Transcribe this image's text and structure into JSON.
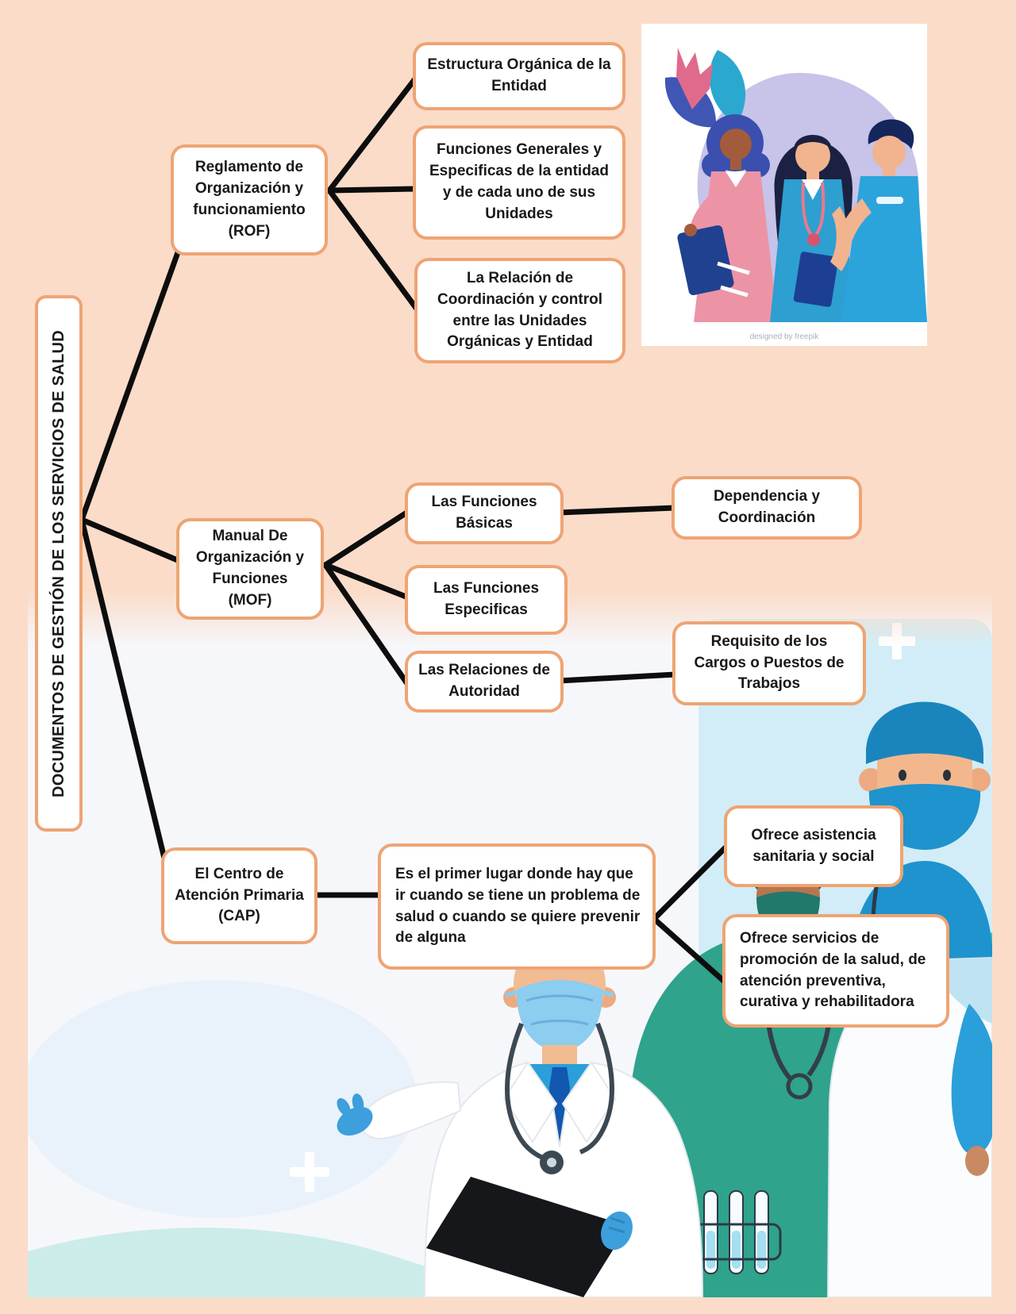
{
  "page": {
    "root_label": "DOCUMENTOS DE GESTIÓN DE LOS SERVICIOS DE SALUD"
  },
  "colors": {
    "background_peach": "#fbdcc9",
    "box_border": "#eea474",
    "box_fill": "#ffffff",
    "connector": "#0d0d0d",
    "text_color": "#191919",
    "teal_accent": "#44c3bf",
    "light_blue_panel": "#d2edf7"
  },
  "nodes": {
    "rof": {
      "label": "Reglamento de Organización y funcionamiento (ROF)",
      "children": [
        "Estructura Orgánica de la Entidad",
        "Funciones Generales y Especificas de la entidad y de cada uno de sus Unidades",
        "La Relación de Coordinación y control entre las Unidades Orgánicas y Entidad"
      ]
    },
    "mof": {
      "label": "Manual De Organización y Funciones (MOF)",
      "children": [
        {
          "label": "Las Funciones Básicas",
          "child": "Dependencia y Coordinación"
        },
        {
          "label": "Las Funciones Especificas"
        },
        {
          "label": "Las Relaciones de Autoridad",
          "child": "Requisito de los Cargos o Puestos de Trabajos"
        }
      ]
    },
    "cap": {
      "label": "El Centro de Atención Primaria (CAP)",
      "description": "Es el primer lugar donde hay que ir cuando se tiene un problema de salud o cuando se quiere prevenir de alguna",
      "children": [
        "Ofrece asistencia sanitaria y social",
        "Ofrece servicios de promoción de la salud, de atención preventiva, curativa y rehabilitadora"
      ]
    }
  },
  "illustrations": {
    "watermark": "designed by freepik"
  }
}
